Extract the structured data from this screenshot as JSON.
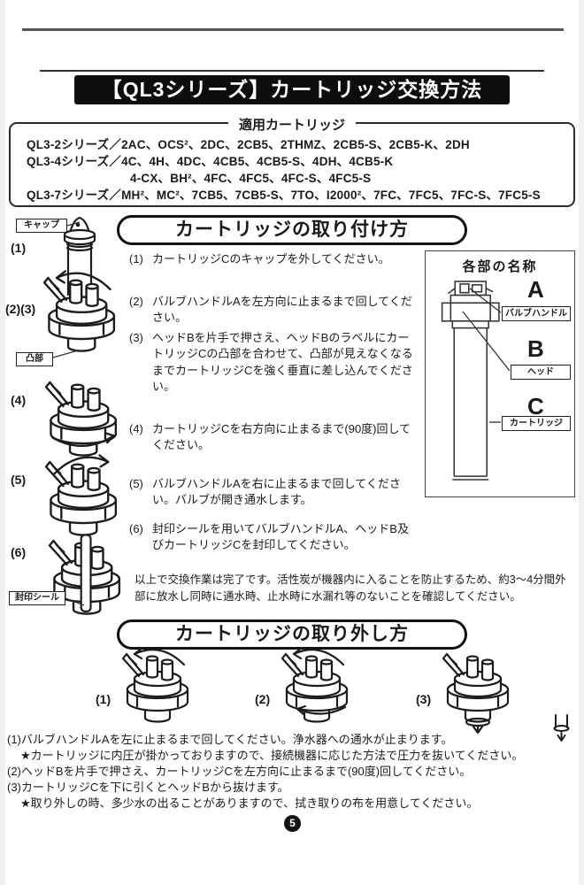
{
  "page": {
    "title": "【QL3シリーズ】カートリッジ交換方法",
    "number": "5"
  },
  "applicable": {
    "header": "適用カートリッジ",
    "rows": [
      "QL3-2シリーズ／2AC、OCS²、2DC、2CB5、2THMZ、2CB5-S、2CB5-K、2DH",
      "QL3-4シリーズ／4C、4H、4DC、4CB5、4CB5-S、4DH、4CB5-K",
      "4-CX、BH²、4FC、4FC5、4FC-S、4FC5-S",
      "QL3-7シリーズ／MH²、MC²、7CB5、7CB5-S、7TO、I2000²、7FC、7FC5、7FC-S、7FC5-S"
    ]
  },
  "install": {
    "title": "カートリッジの取り付け方",
    "fig_labels": {
      "f1": "(1)",
      "f23": "(2)(3)",
      "f4": "(4)",
      "f5": "(5)",
      "f6": "(6)"
    },
    "callouts": {
      "cap": "キャップ",
      "tab": "凸部",
      "seal": "封印シール"
    },
    "steps": [
      {
        "num": "(1)",
        "text": "カートリッジCのキャップを外してください。"
      },
      {
        "num": "(2)",
        "text": "バルブハンドルAを左方向に止まるまで回してください。"
      },
      {
        "num": "(3)",
        "text": "ヘッドBを片手で押さえ、ヘッドBのラベルにカートリッジCの凸部を合わせて、凸部が見えなくなるまでカートリッジCを強く垂直に差し込んでください。"
      },
      {
        "num": "(4)",
        "text": "カートリッジCを右方向に止まるまで(90度)回してください。"
      },
      {
        "num": "(5)",
        "text": "バルブハンドルAを右に止まるまで回してください。バルブが開き通水します。"
      },
      {
        "num": "(6)",
        "text": "封印シールを用いてバルブハンドルA、ヘッドB及びカートリッジCを封印してください。"
      }
    ],
    "note": "以上で交換作業は完了です。活性炭が機器内に入ることを防止するため、約3～4分間外部に放水し同時に通水時、止水時に水漏れ等のないことを確認してください。"
  },
  "parts": {
    "title": "各部の名称",
    "items": [
      {
        "letter": "A",
        "name": "バルブハンドル"
      },
      {
        "letter": "B",
        "name": "ヘッド"
      },
      {
        "letter": "C",
        "name": "カートリッジ"
      }
    ]
  },
  "removal": {
    "title": "カートリッジの取り外し方",
    "fig_labels": {
      "f1": "(1)",
      "f2": "(2)",
      "f3": "(3)"
    },
    "steps": [
      "(1)バルブハンドルAを左に止まるまで回してください。浄水器への通水が止まります。",
      "★カートリッジに内圧が掛かっておりますので、接続機器に応じた方法で圧力を抜いてください。",
      "(2)ヘッドBを片手で押さえ、カートリッジCを左方向に止まるまで(90度)回してください。",
      "(3)カートリッジCを下に引くとヘッドBから抜けます。",
      "★取り外しの時、多少水の出ることがありますので、拭き取りの布を用意してください。"
    ]
  }
}
